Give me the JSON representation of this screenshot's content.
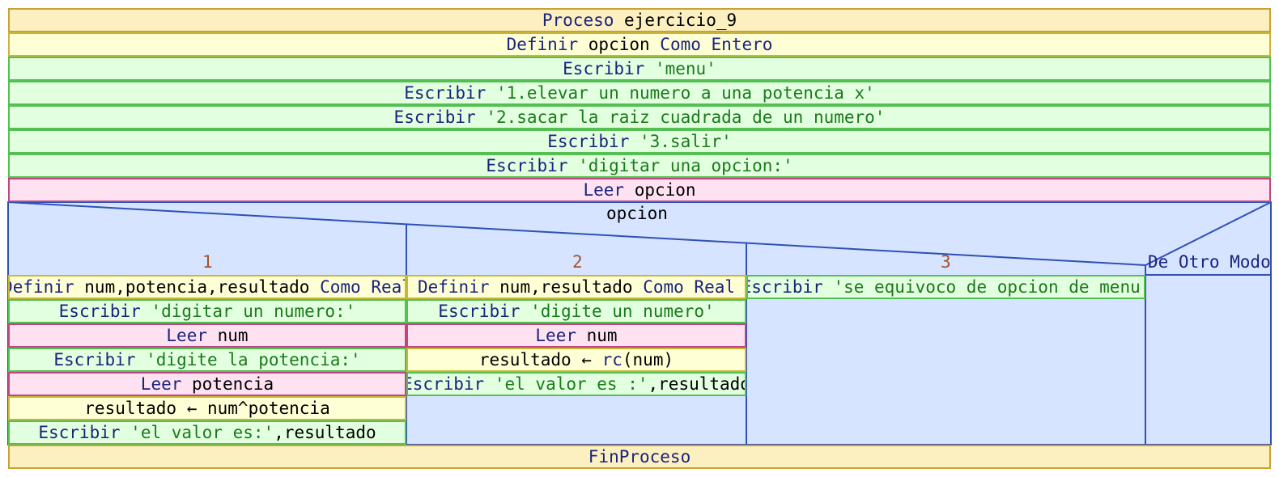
{
  "header": {
    "proceso_kw": "Proceso",
    "proceso_name": "ejercicio_9",
    "definir_kw": "Definir",
    "definir_var": "opcion",
    "como_kw": "Como",
    "tipo": "Entero",
    "escribir_kw": "Escribir",
    "w1": "'menu'",
    "w2": "'1.elevar un numero a una potencia x'",
    "w3": "'2.sacar la raiz cuadrada de un numero'",
    "w4": "'3.salir'",
    "w5": "'digitar una opcion:'",
    "leer_kw": "Leer",
    "leer_var": "opcion"
  },
  "segun": {
    "var": "opcion",
    "case1": "1",
    "case2": "2",
    "case3": "3",
    "default": "De Otro Modo"
  },
  "col1": {
    "def_kw": "Definir",
    "def_vars": "num,potencia,resultado",
    "como_kw": "Como",
    "def_type": "Real",
    "w1_kw": "Escribir",
    "w1_str": "'digitar un numero:'",
    "r1_kw": "Leer",
    "r1_var": "num",
    "w2_kw": "Escribir",
    "w2_str": "'digite la potencia:'",
    "r2_kw": "Leer",
    "r2_var": "potencia",
    "assign": "resultado ← num^potencia",
    "w3_kw": "Escribir",
    "w3_str": "'el valor es:'",
    "w3_rest": ",resultado"
  },
  "col2": {
    "def_kw": "Definir",
    "def_vars": "num,resultado",
    "como_kw": "Como",
    "def_type": "Real",
    "w1_kw": "Escribir",
    "w1_str": "'digite un numero'",
    "r1_kw": "Leer",
    "r1_var": "num",
    "assign_lhs": "resultado ← ",
    "assign_fn": "rc",
    "assign_rest": "(num)",
    "w2_kw": "Escribir",
    "w2_str": "'el valor es :'",
    "w2_rest": ",resultado"
  },
  "col3": {
    "w1_kw": "Escribir",
    "w1_str": "'se equivoco de opcion de menu'"
  },
  "footer": {
    "fin": "FinProceso"
  },
  "colors": {
    "proceso_bg": "#fdf0c0",
    "definir_bg": "#ffffd6",
    "escribir_bg": "#e2ffe0",
    "leer_bg": "#ffe2f2",
    "segun_bg": "#d6e4ff",
    "keyword": "#1a237e",
    "string": "#1a7a1a",
    "case_number": "#a0522d"
  }
}
